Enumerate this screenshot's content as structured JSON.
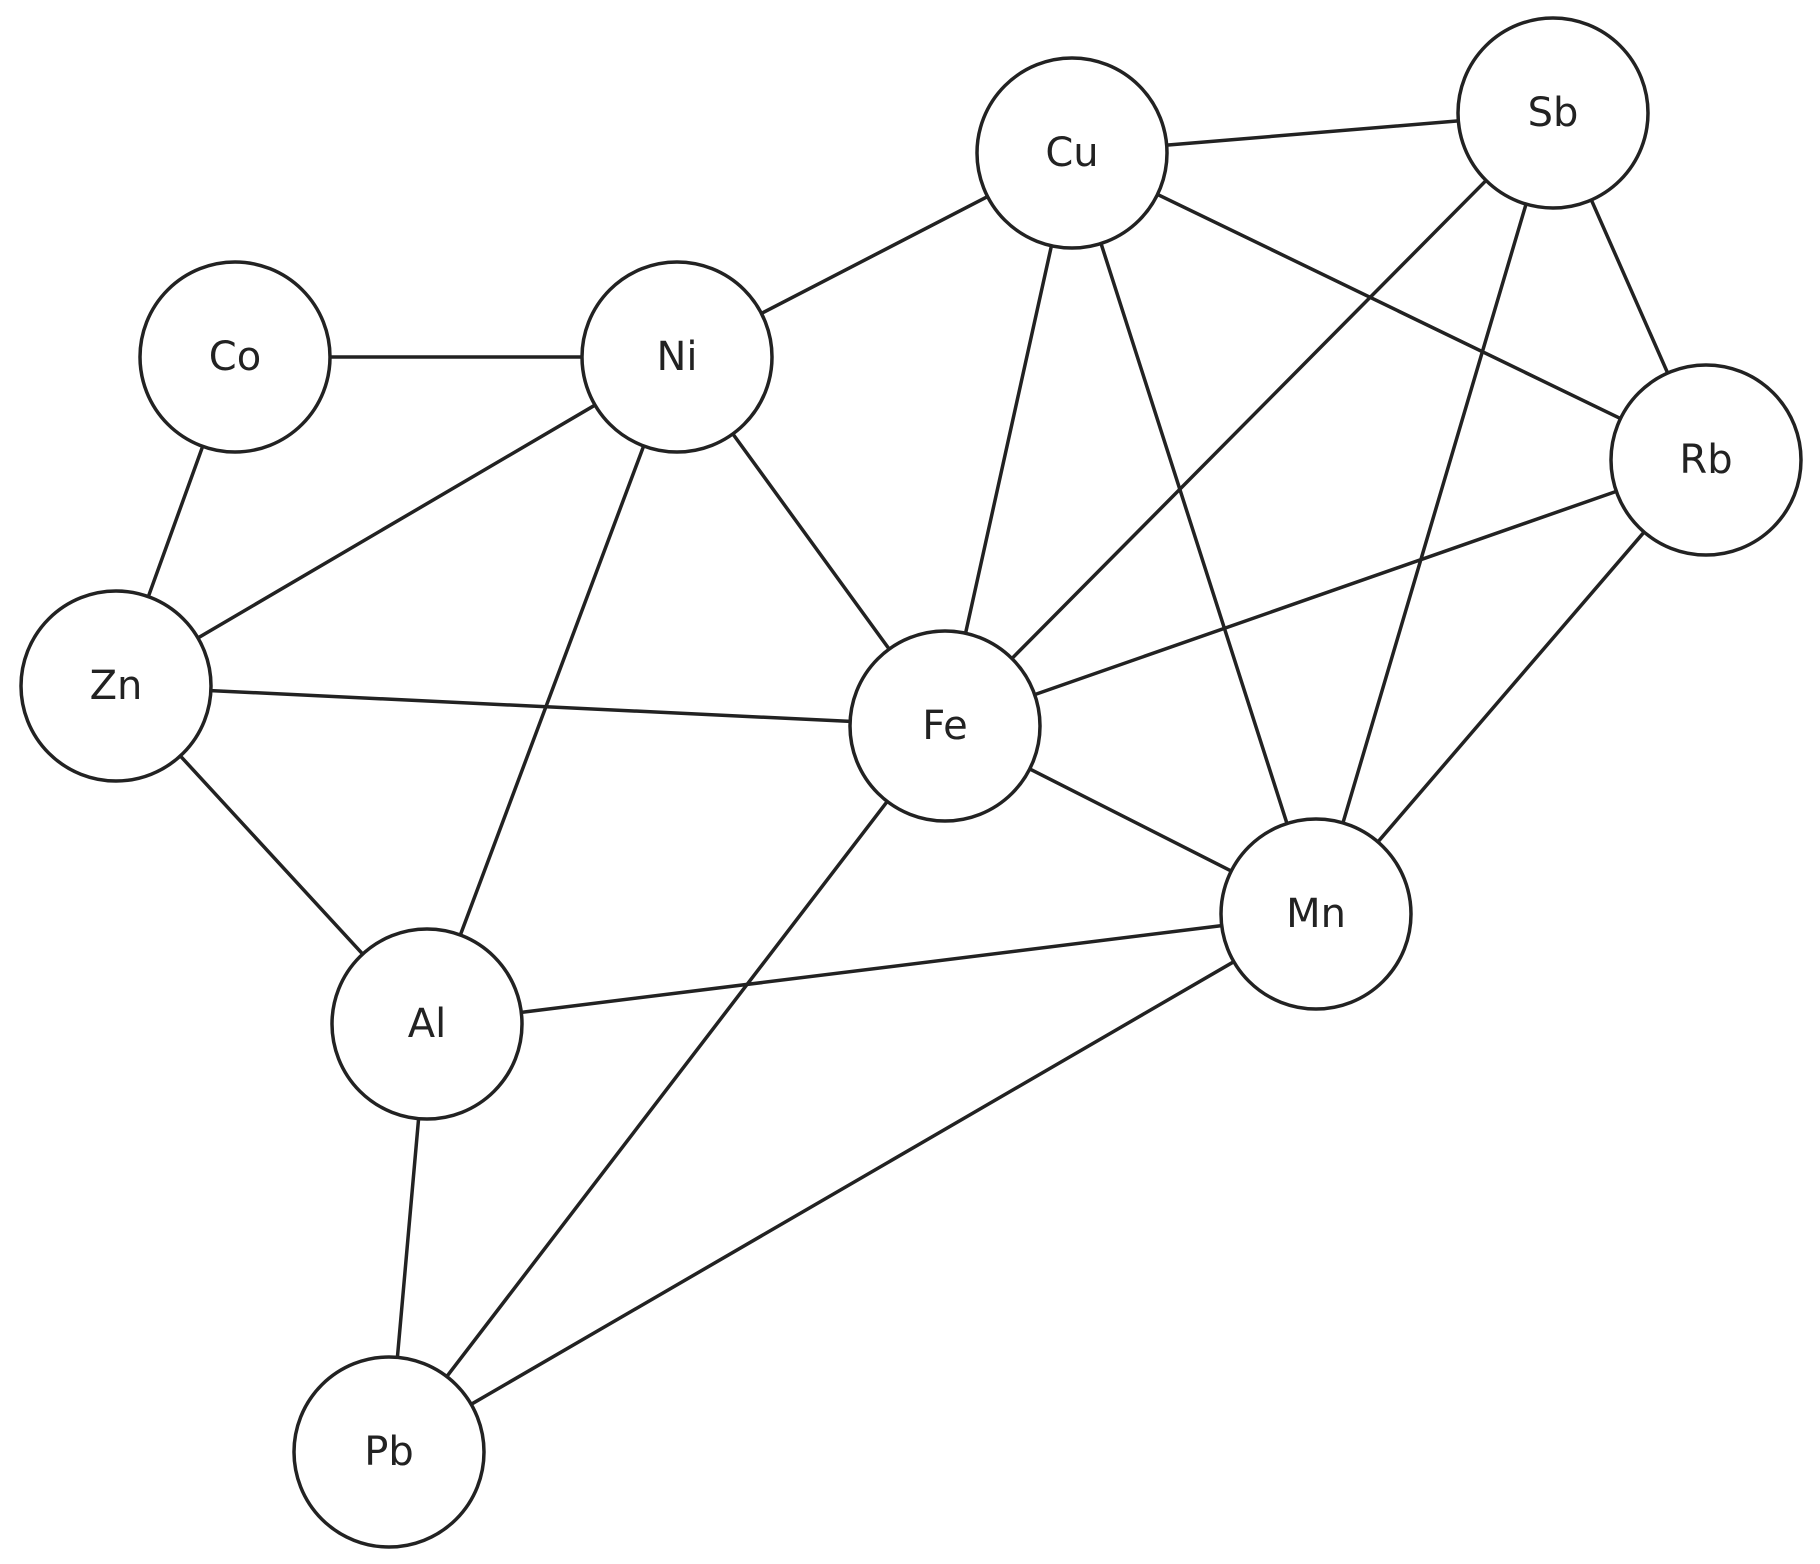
{
  "graph": {
    "nodes": [
      {
        "id": "co",
        "label": "Co"
      },
      {
        "id": "ni",
        "label": "Ni"
      },
      {
        "id": "cu",
        "label": "Cu"
      },
      {
        "id": "sb",
        "label": "Sb"
      },
      {
        "id": "rb",
        "label": "Rb"
      },
      {
        "id": "zn",
        "label": "Zn"
      },
      {
        "id": "fe",
        "label": "Fe"
      },
      {
        "id": "mn",
        "label": "Mn"
      },
      {
        "id": "al",
        "label": "Al"
      },
      {
        "id": "pb",
        "label": "Pb"
      }
    ],
    "edges": [
      [
        "co",
        "ni"
      ],
      [
        "co",
        "zn"
      ],
      [
        "ni",
        "cu"
      ],
      [
        "ni",
        "zn"
      ],
      [
        "ni",
        "al"
      ],
      [
        "ni",
        "fe"
      ],
      [
        "cu",
        "sb"
      ],
      [
        "cu",
        "fe"
      ],
      [
        "cu",
        "mn"
      ],
      [
        "cu",
        "rb"
      ],
      [
        "sb",
        "rb"
      ],
      [
        "sb",
        "fe"
      ],
      [
        "sb",
        "mn"
      ],
      [
        "rb",
        "fe"
      ],
      [
        "rb",
        "mn"
      ],
      [
        "zn",
        "fe"
      ],
      [
        "zn",
        "al"
      ],
      [
        "fe",
        "mn"
      ],
      [
        "fe",
        "pb"
      ],
      [
        "mn",
        "al"
      ],
      [
        "mn",
        "pb"
      ],
      [
        "al",
        "pb"
      ]
    ]
  }
}
